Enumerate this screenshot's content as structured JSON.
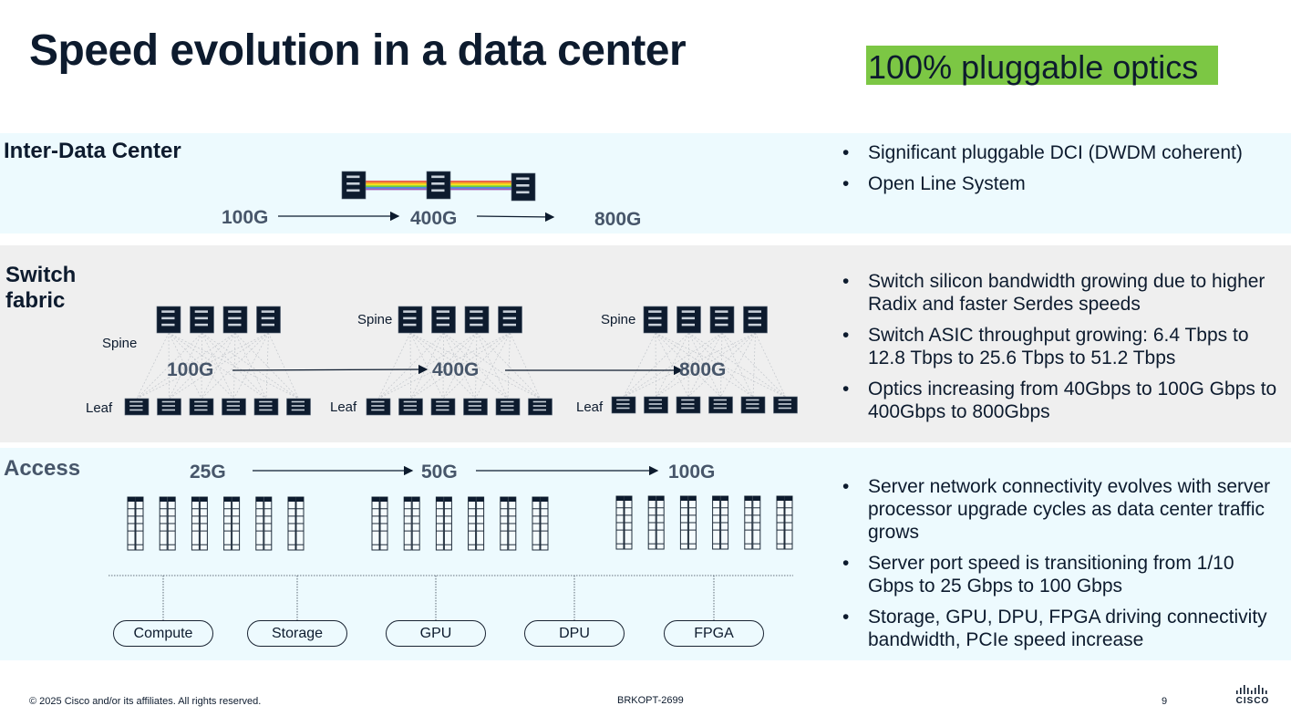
{
  "slide": {
    "title": "Speed evolution in a data center",
    "badge": "100% pluggable optics",
    "colors": {
      "badge_bg": "#7cc744",
      "dark_navy": "#0d1b2e",
      "speed_gray": "#47566a",
      "light_blue_band": "#edfafe",
      "gray_band": "#efefef"
    }
  },
  "inter_dc": {
    "label": "Inter-Data Center",
    "speeds": [
      "100G",
      "400G",
      "800G"
    ],
    "bullets": [
      "Significant pluggable DCI (DWDM coherent)",
      "Open Line System"
    ],
    "icons": [
      "router-icon",
      "router-icon",
      "router-icon"
    ]
  },
  "switch_fabric": {
    "label_line1": "Switch",
    "label_line2": "fabric",
    "spine_label": "Spine",
    "leaf_label": "Leaf",
    "speeds": [
      "100G",
      "400G",
      "800G"
    ],
    "spines_per_group": 4,
    "leaves_per_group": 6,
    "bullets": [
      "Switch silicon bandwidth growing due to higher Radix and faster Serdes speeds",
      "Switch ASIC throughput growing: 6.4 Tbps to 12.8 Tbps to 25.6 Tbps to 51.2 Tbps",
      "Optics increasing from 40Gbps to 100G Gbps to 400Gbps to 800Gbps"
    ]
  },
  "access": {
    "label": "Access",
    "speeds": [
      "25G",
      "50G",
      "100G"
    ],
    "servers_per_group": 6,
    "endpoints": [
      "Compute",
      "Storage",
      "GPU",
      "DPU",
      "FPGA"
    ],
    "bullets": [
      "Server network connectivity evolves with server processor upgrade cycles as data center traffic grows",
      "Server port speed is transitioning from 1/10 Gbps to 25 Gbps to 100 Gbps",
      "Storage, GPU, DPU, FPGA driving connectivity bandwidth, PCIe speed increase"
    ]
  },
  "footer": {
    "copyright": "© 2025 Cisco and/or its affiliates. All rights reserved.",
    "session_code": "BRKOPT-2699",
    "page_number": "9",
    "logo_text": "CISCO"
  }
}
